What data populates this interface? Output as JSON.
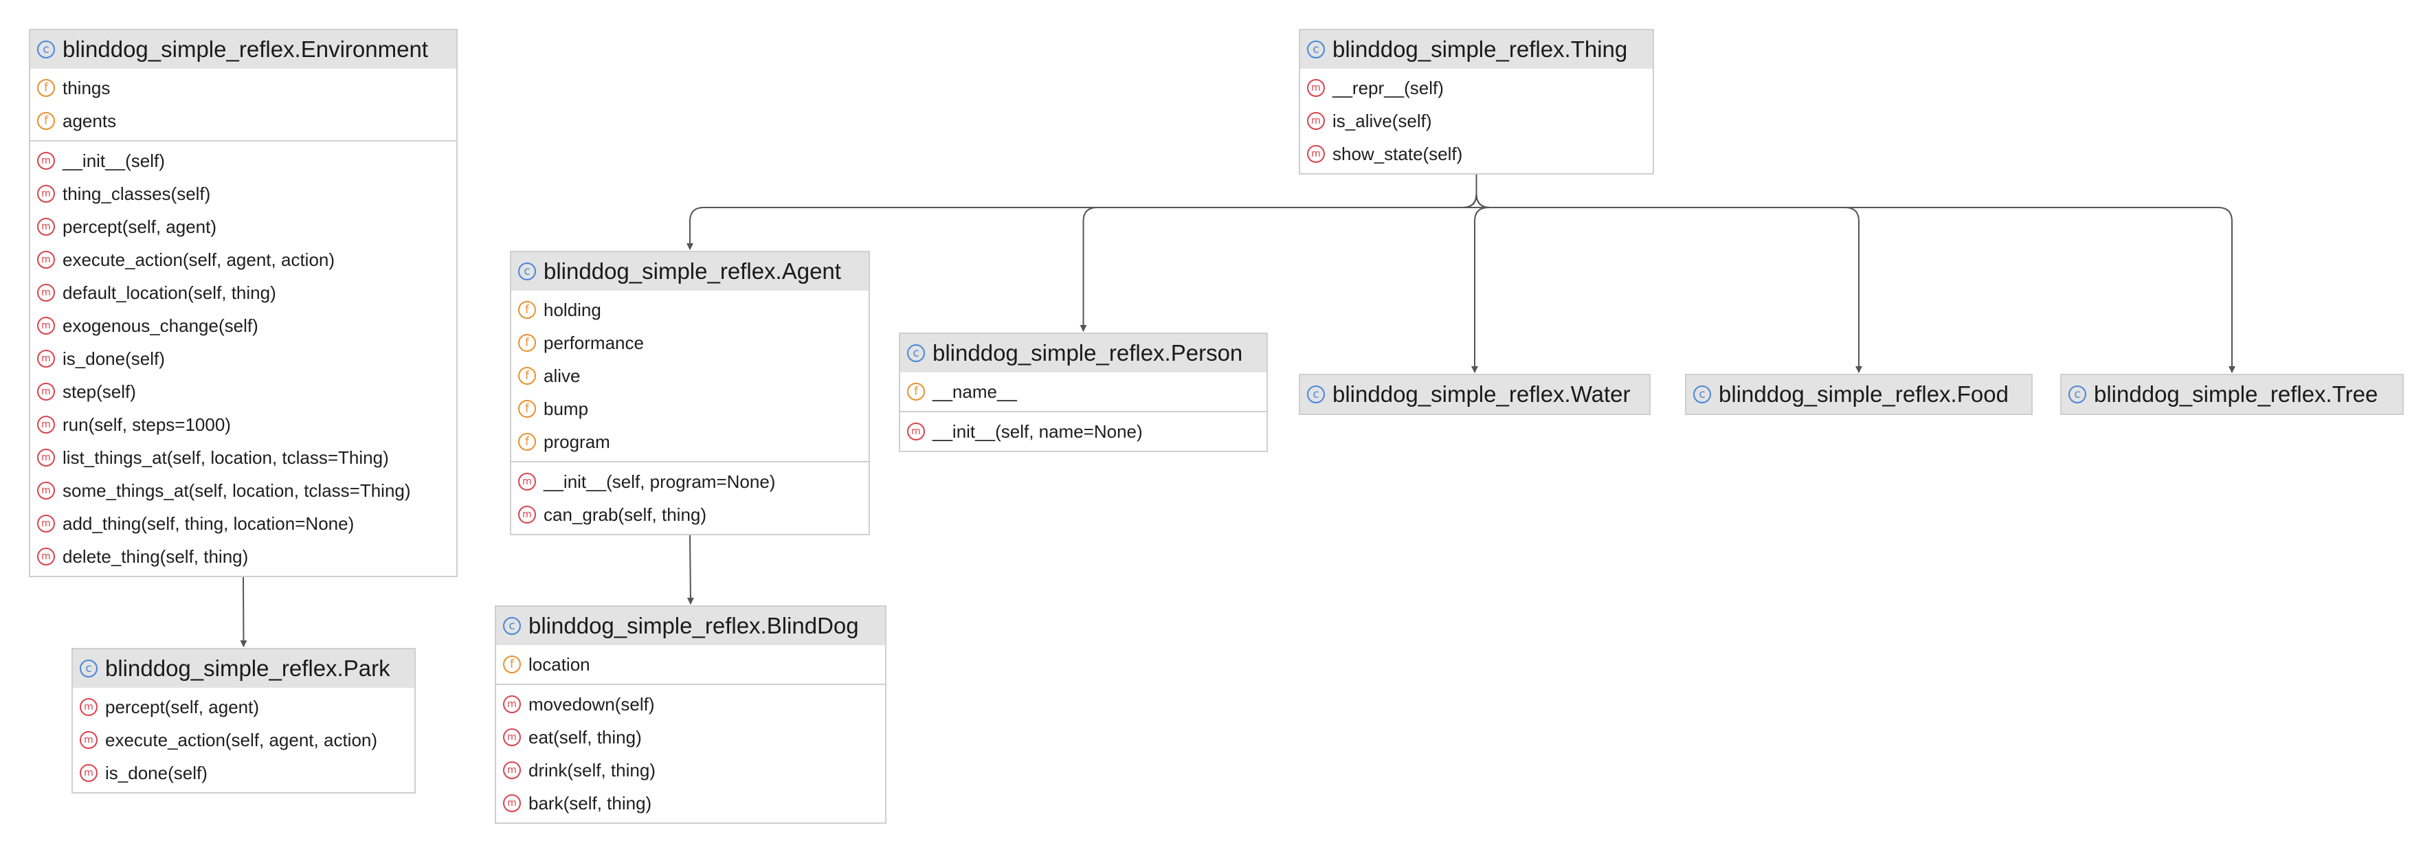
{
  "diagram": {
    "icon_letters": {
      "class": "c",
      "field": "f",
      "method": "m"
    },
    "colors": {
      "class_icon": "#4a86d9",
      "field_icon": "#e8912d",
      "method_icon": "#d9444e",
      "header_background": "#e3e3e3",
      "border": "#cfcfcf",
      "arrow": "#555555"
    },
    "classes": {
      "environment": {
        "name": "blinddog_simple_reflex.Environment",
        "fields": [
          "things",
          "agents"
        ],
        "methods": [
          "__init__(self)",
          "thing_classes(self)",
          "percept(self, agent)",
          "execute_action(self, agent, action)",
          "default_location(self, thing)",
          "exogenous_change(self)",
          "is_done(self)",
          "step(self)",
          "run(self, steps=1000)",
          "list_things_at(self, location, tclass=Thing)",
          "some_things_at(self, location, tclass=Thing)",
          "add_thing(self, thing, location=None)",
          "delete_thing(self, thing)"
        ]
      },
      "park": {
        "name": "blinddog_simple_reflex.Park",
        "fields": [],
        "methods": [
          "percept(self, agent)",
          "execute_action(self, agent, action)",
          "is_done(self)"
        ]
      },
      "agent": {
        "name": "blinddog_simple_reflex.Agent",
        "fields": [
          "holding",
          "performance",
          "alive",
          "bump",
          "program"
        ],
        "methods": [
          "__init__(self, program=None)",
          "can_grab(self, thing)"
        ]
      },
      "blinddog": {
        "name": "blinddog_simple_reflex.BlindDog",
        "fields": [
          "location"
        ],
        "methods": [
          "movedown(self)",
          "eat(self, thing)",
          "drink(self, thing)",
          "bark(self, thing)"
        ]
      },
      "person": {
        "name": "blinddog_simple_reflex.Person",
        "fields": [
          "__name__"
        ],
        "methods": [
          "__init__(self, name=None)"
        ]
      },
      "thing": {
        "name": "blinddog_simple_reflex.Thing",
        "fields": [],
        "methods": [
          "__repr__(self)",
          "is_alive(self)",
          "show_state(self)"
        ]
      },
      "water": {
        "name": "blinddog_simple_reflex.Water",
        "fields": [],
        "methods": []
      },
      "food": {
        "name": "blinddog_simple_reflex.Food",
        "fields": [],
        "methods": []
      },
      "tree": {
        "name": "blinddog_simple_reflex.Tree",
        "fields": [],
        "methods": []
      }
    },
    "inheritance": [
      {
        "child": "agent",
        "parent": "thing"
      },
      {
        "child": "person",
        "parent": "thing"
      },
      {
        "child": "water",
        "parent": "thing"
      },
      {
        "child": "food",
        "parent": "thing"
      },
      {
        "child": "tree",
        "parent": "thing"
      },
      {
        "child": "park",
        "parent": "environment"
      },
      {
        "child": "blinddog",
        "parent": "agent"
      }
    ]
  }
}
